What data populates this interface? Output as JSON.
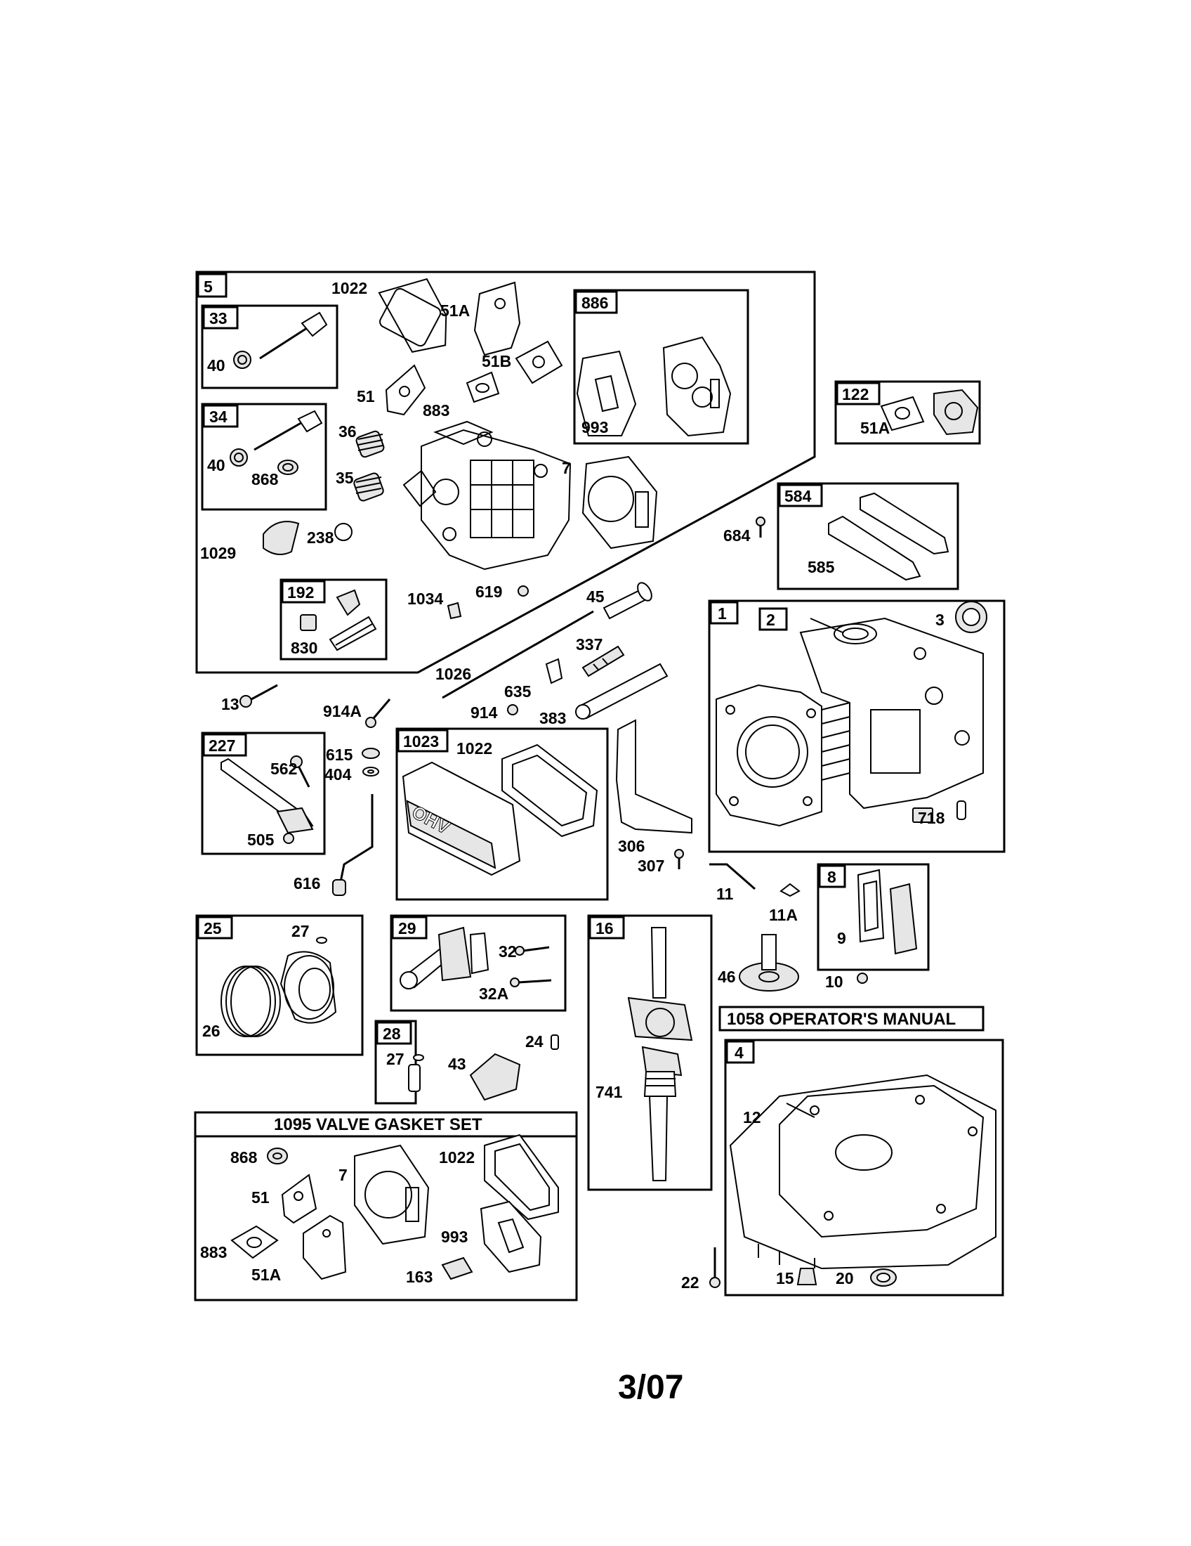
{
  "labels": {
    "l1022a": "1022",
    "l51Aa": "51A",
    "l51Ba": "51B",
    "l51a": "51",
    "l883a": "883",
    "l40a": "40",
    "l40b": "40",
    "l868a": "868",
    "l36": "36",
    "l35": "35",
    "l7a": "7",
    "l993a": "993",
    "l1029": "1029",
    "l238": "238",
    "l830": "830",
    "l1034": "1034",
    "l619": "619",
    "l45": "45",
    "l337": "337",
    "l1026": "1026",
    "l635": "635",
    "l914": "914",
    "l383": "383",
    "l13": "13",
    "l914A": "914A",
    "l51Ab": "51A",
    "l684": "684",
    "l585": "585",
    "l3": "3",
    "l718": "718",
    "l562": "562",
    "l505": "505",
    "l615": "615",
    "l404": "404",
    "l616": "616",
    "l1022b": "1022",
    "l306": "306",
    "l307": "307",
    "l11": "11",
    "l11A": "11A",
    "l9": "9",
    "l10": "10",
    "l27a": "27",
    "l26": "26",
    "l32": "32",
    "l32A": "32A",
    "l27b": "27",
    "l43": "43",
    "l24": "24",
    "l741": "741",
    "l46": "46",
    "l12": "12",
    "l22": "22",
    "l15": "15",
    "l20": "20",
    "l868b": "868",
    "l51b": "51",
    "l7b": "7",
    "l1022c": "1022",
    "l993b": "993",
    "l883b": "883",
    "l51Ac": "51A",
    "l163": "163"
  },
  "boxes": {
    "b5": "5",
    "b33": "33",
    "b34": "34",
    "b886": "886",
    "b192": "192",
    "b122": "122",
    "b584": "584",
    "b1": "1",
    "b2": "2",
    "b227": "227",
    "b1023": "1023",
    "b8": "8",
    "b25": "25",
    "b29": "29",
    "b16": "16",
    "b28": "28",
    "b4": "4"
  },
  "titles": {
    "operators_manual": "1058 OPERATOR'S MANUAL",
    "valve_gasket_set": "1095 VALVE GASKET SET"
  },
  "footer": {
    "page_code": "3/07"
  },
  "engraving": {
    "ohv_mark": "OHV"
  }
}
